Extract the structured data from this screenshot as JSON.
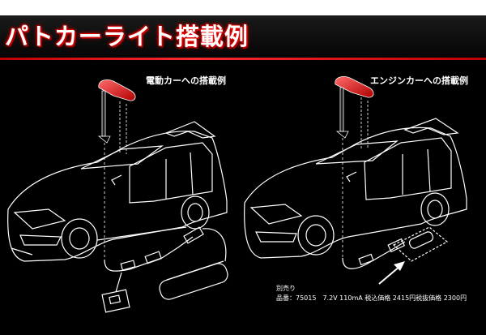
{
  "header": {
    "title": "パトカーライト搭載例"
  },
  "panels": [
    {
      "caption": "電動カーへの搭載例"
    },
    {
      "caption": "エンジンカーへの搭載例"
    }
  ],
  "note": {
    "line1": "別売り",
    "line2": "品番：75015　7.2V 110mA 税込価格 2415円税抜価格 2300円"
  }
}
